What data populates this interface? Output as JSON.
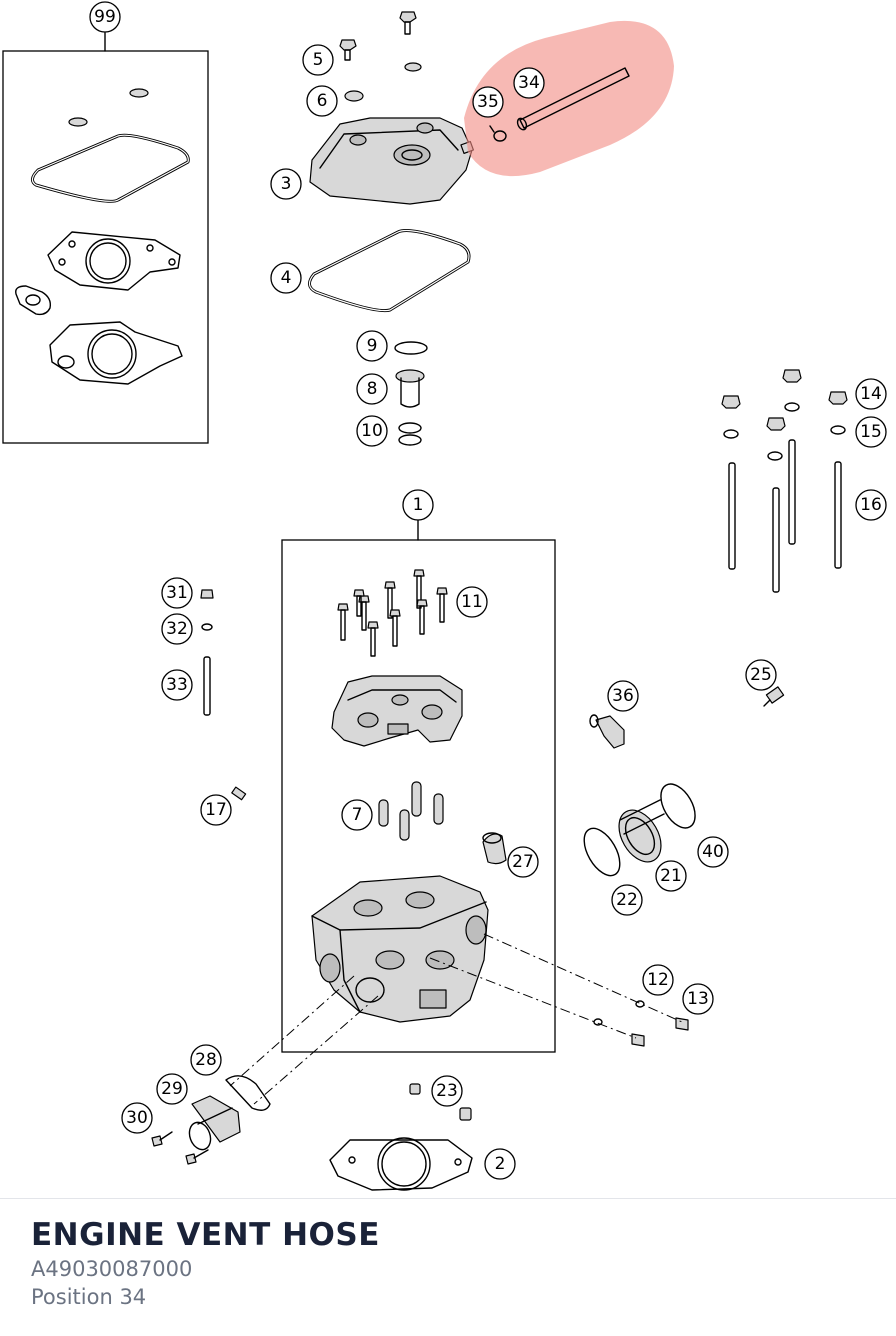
{
  "part": {
    "title": "ENGINE VENT HOSE",
    "number": "A49030087000",
    "position": "Position 34"
  },
  "highlight": {
    "color": "#f28b82",
    "items": [
      "34",
      "35"
    ]
  },
  "labels": {
    "l99": "99",
    "l5": "5",
    "l6": "6",
    "l3": "3",
    "l4": "4",
    "l34": "34",
    "l35": "35",
    "l9": "9",
    "l8": "8",
    "l10": "10",
    "l14": "14",
    "l15": "15",
    "l16": "16",
    "l1": "1",
    "l11": "11",
    "l31": "31",
    "l32": "32",
    "l33": "33",
    "l36": "36",
    "l25": "25",
    "l17": "17",
    "l7": "7",
    "l27": "27",
    "l40": "40",
    "l21": "21",
    "l22": "22",
    "l12": "12",
    "l13": "13",
    "l28": "28",
    "l29": "29",
    "l30": "30",
    "l23": "23",
    "l2": "2"
  }
}
